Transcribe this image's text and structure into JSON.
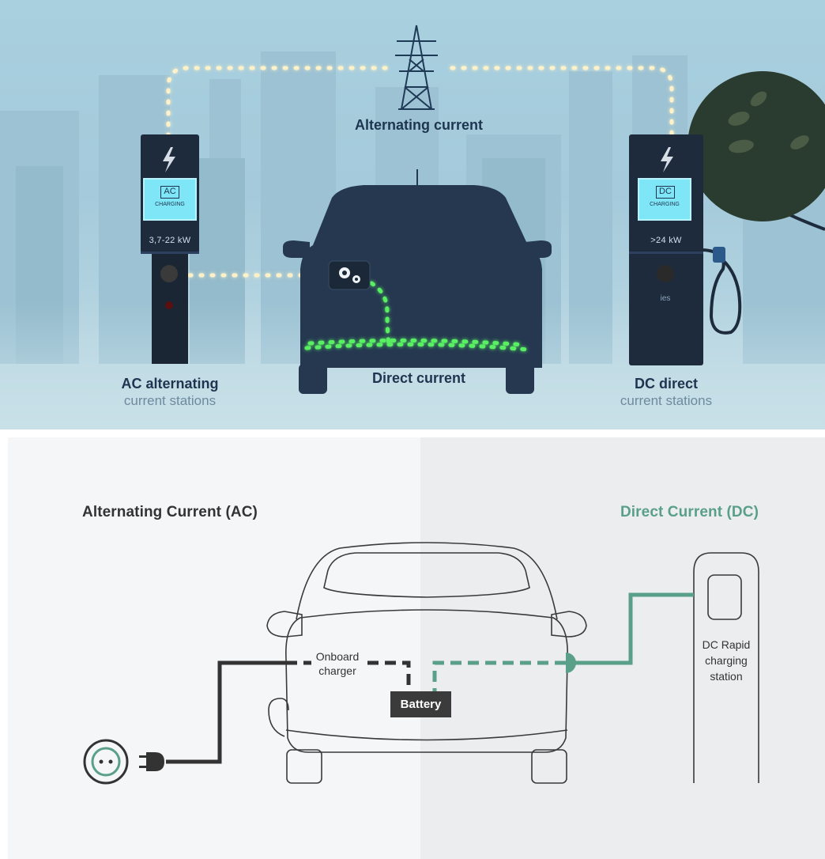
{
  "top_panel": {
    "grid_label": "Alternating current",
    "ac_station": {
      "screen_code": "AC",
      "screen_status": "CHARGING",
      "power": "3,7-22 kW",
      "caption_line1": "AC alternating",
      "caption_line2": "current stations"
    },
    "dc_station": {
      "screen_code": "DC",
      "screen_status": "CHARGING",
      "power": ">24 kW",
      "brand": "ies",
      "caption_line1": "DC direct",
      "caption_line2": "current stations"
    },
    "car_label": "Direct current",
    "colors": {
      "ac_glow": "#ffe6b0",
      "dc_glow": "#3dd64a",
      "station_body": "#1d2b3d",
      "screen": "#6fe0f5"
    }
  },
  "bottom_panel": {
    "ac_title": "Alternating Current (AC)",
    "dc_title": "Direct Current (DC)",
    "onboard_charger_line1": "Onboard",
    "onboard_charger_line2": "charger",
    "battery_label": "Battery",
    "station_line1": "DC Rapid",
    "station_line2": "charging",
    "station_line3": "station",
    "colors": {
      "ac_line": "#333333",
      "dc_line": "#5aa088",
      "dc_title": "#5aa088",
      "ac_title": "#333333"
    },
    "icons": [
      "wall-socket-icon",
      "plug-icon"
    ]
  }
}
